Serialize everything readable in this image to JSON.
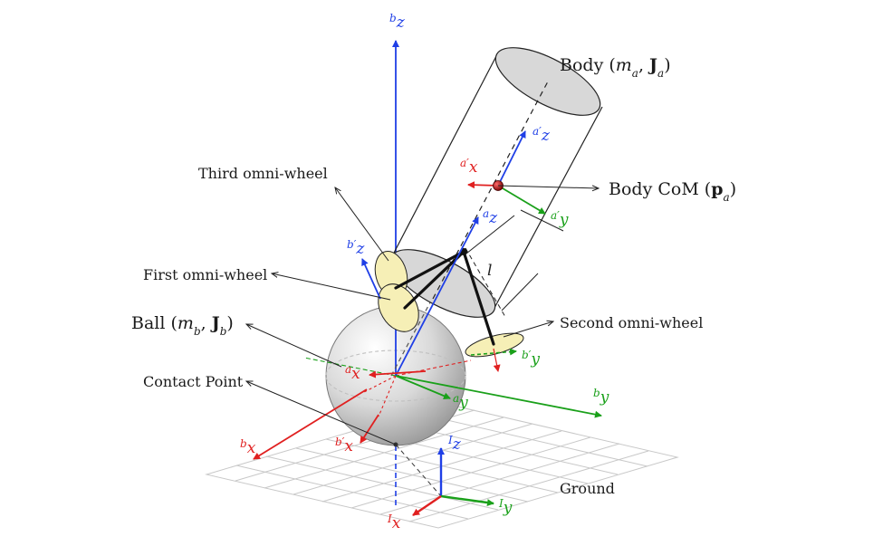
{
  "colors": {
    "x_axis": "#e02020",
    "y_axis": "#1aa01a",
    "z_axis": "#1f3fe6",
    "wheel_fill": "#f6efb6",
    "com": "#c41010",
    "ground_grid": "#c8c8c8",
    "leader": "#222222"
  },
  "labels": {
    "body": "Body (m_a, J_a)",
    "body_com": "Body CoM (p_a)",
    "third_wheel": "Third omni-wheel",
    "first_wheel": "First omni-wheel",
    "second_wheel": "Second omni-wheel",
    "ball": "Ball (m_b, J_b)",
    "contact_point": "Contact Point",
    "ground": "Ground",
    "length": "l"
  },
  "frames": {
    "bz": {
      "sup": "b",
      "axis": "z"
    },
    "ap_z": {
      "sup": "a′",
      "axis": "z"
    },
    "ap_x": {
      "sup": "a′",
      "axis": "x"
    },
    "ap_y": {
      "sup": "a′",
      "axis": "y"
    },
    "a_z": {
      "sup": "a",
      "axis": "z"
    },
    "bp_z": {
      "sup": "b′",
      "axis": "z"
    },
    "bp_y": {
      "sup": "b′",
      "axis": "y"
    },
    "a_x": {
      "sup": "a",
      "axis": "x"
    },
    "a_y": {
      "sup": "a",
      "axis": "y"
    },
    "b_y": {
      "sup": "b",
      "axis": "y"
    },
    "b_x": {
      "sup": "b",
      "axis": "x"
    },
    "bp_x": {
      "sup": "b′",
      "axis": "x"
    },
    "I_z": {
      "sup": "I",
      "axis": "z"
    },
    "I_y": {
      "sup": "I",
      "axis": "y"
    },
    "I_x": {
      "sup": "I",
      "axis": "x"
    }
  }
}
